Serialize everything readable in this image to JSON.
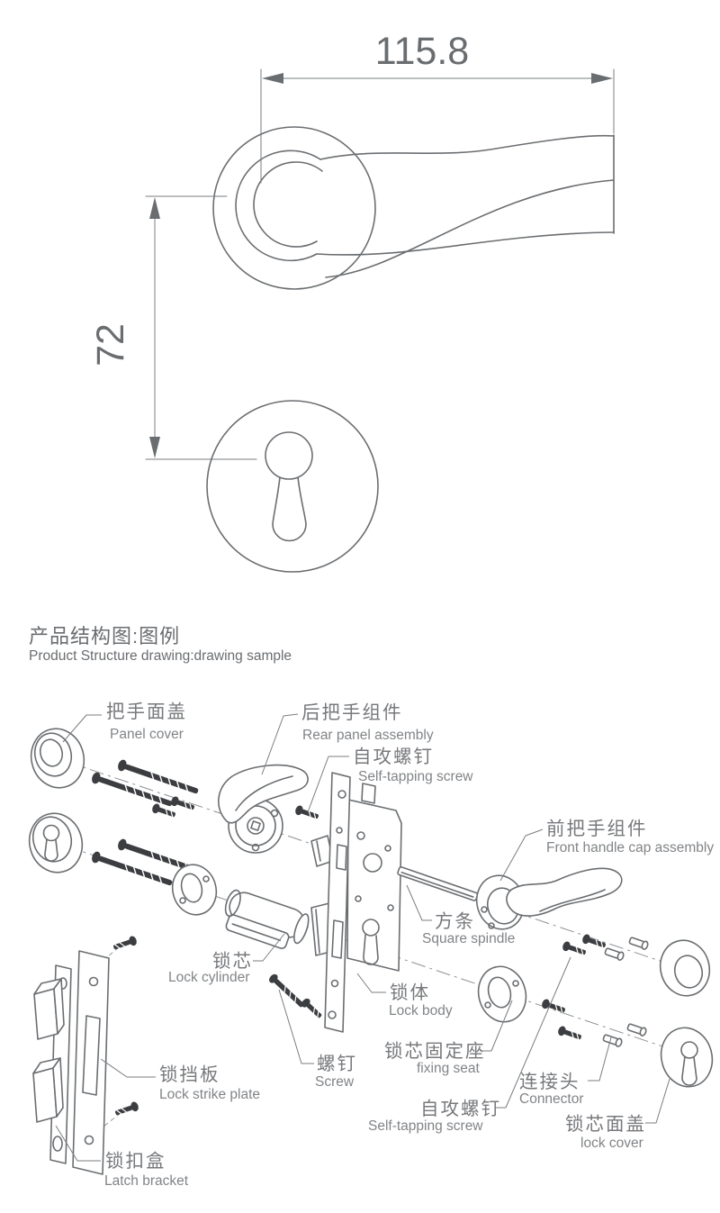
{
  "drawing": {
    "width_dim": "115.8",
    "height_dim": "72"
  },
  "section": {
    "title_zh": "产品结构图:图例",
    "title_en": "Product Structure drawing:drawing sample"
  },
  "parts": {
    "panel_cover": {
      "zh": "把手面盖",
      "en": "Panel  cover"
    },
    "rear_panel_assembly": {
      "zh": "后把手组件",
      "en": "Rear panel assembly"
    },
    "self_tapping_screw_top": {
      "zh": "自攻螺钉",
      "en": "Self-tapping screw"
    },
    "front_handle_cap_assembly": {
      "zh": "前把手组件",
      "en": "Front handle cap assembly"
    },
    "square_spindle": {
      "zh": "方条",
      "en": "Square spindle"
    },
    "lock_cylinder": {
      "zh": "锁芯",
      "en": "Lock cylinder"
    },
    "lock_body": {
      "zh": "锁体",
      "en": "Lock body"
    },
    "screw": {
      "zh": "螺钉",
      "en": "Screw"
    },
    "fixing_seat": {
      "zh": "锁芯固定座",
      "en": "fixing seat"
    },
    "connector": {
      "zh": "连接头",
      "en": "Connector"
    },
    "self_tapping_screw_bottom": {
      "zh": "自攻螺钉",
      "en": "Self-tapping screw"
    },
    "lock_cover": {
      "zh": "锁芯面盖",
      "en": "lock cover"
    },
    "lock_strike_plate": {
      "zh": "锁挡板",
      "en": "Lock strike plate"
    },
    "latch_bracket": {
      "zh": "锁扣盒",
      "en": "Latch bracket"
    }
  },
  "colors": {
    "line": "#6b6e71",
    "text": "#77797c",
    "dark_part": "#3b3d40",
    "background": "#ffffff"
  }
}
